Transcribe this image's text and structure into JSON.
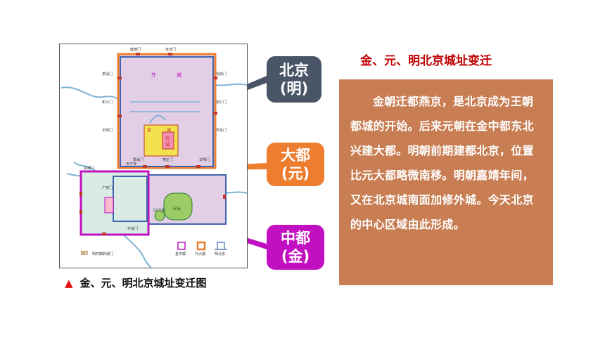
{
  "map": {
    "gate_labels": {
      "deshengmen": "健德门",
      "anzhenmen": "安贞门",
      "guanghuimen": "光熙门",
      "chongrenmen": "崇仁门",
      "qihuamen": "齐化门",
      "pingzemen": "平则门",
      "hedimen": "和义门",
      "suren": "肃清门",
      "lizhengmen": "丽正门",
      "wenmingmen": "文明门",
      "shunchengmen": "顺承门",
      "huiheng": "会城门",
      "guanganmen": "广安门",
      "fengyimen": "丰宜门",
      "tianning": "天宁寺"
    },
    "district_labels": {
      "wai": "外",
      "cheng": "城",
      "huang": "皇",
      "cheng2": "城",
      "gong": "宫",
      "cheng3": "城"
    },
    "altar_labels": {
      "xiannongtan": "山川坛",
      "tiantan": "天坛"
    },
    "legend": {
      "jin": "金中都",
      "yuan": "元大都",
      "ming": "明北京",
      "gate": "广安门",
      "gate_note": "明时期的城门"
    }
  },
  "callouts": {
    "ming": {
      "line1": "北京",
      "line2": "(明)",
      "color": "#4a5667"
    },
    "yuan": {
      "line1": "大都",
      "line2": "(元)",
      "color": "#ed7d2f"
    },
    "jin": {
      "line1": "中都",
      "line2": "(金)",
      "color": "#c110c1"
    }
  },
  "caption": {
    "marker": "▲",
    "text": "金、元、明北京城址变迁图"
  },
  "panel": {
    "title": "金、元、明北京城址变迁",
    "body": "金朝迁都燕京，是北京成为王朝都城的开始。后来元朝在金中都东北兴建大都。明朝前期建都北京，位置比元大都略微南移。明朝嘉靖年间，又在北京城南面加修外城。今天北京的中心区域由此形成。"
  },
  "colors": {
    "title_red": "#c00000",
    "text_box": "#c87d52",
    "yuan_orange": "#ed7d2f",
    "ming_blue": "#3f63ad",
    "jin_magenta": "#c110c1"
  }
}
